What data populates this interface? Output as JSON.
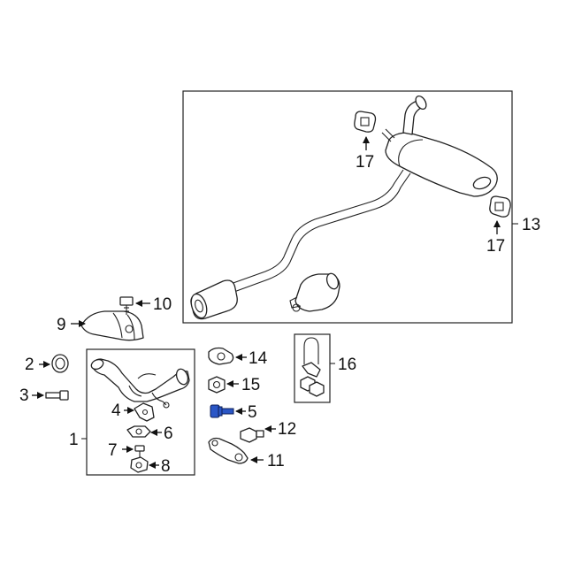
{
  "colors": {
    "highlight": "#2a56c6",
    "line": "#222222",
    "background": "#ffffff"
  },
  "callouts": {
    "p1": "1",
    "p2": "2",
    "p3": "3",
    "p4": "4",
    "p5": "5",
    "p6": "6",
    "p7": "7",
    "p8": "8",
    "p9": "9",
    "p10": "10",
    "p11": "11",
    "p12": "12",
    "p13": "13",
    "p14": "14",
    "p15": "15",
    "p16": "16",
    "p17a": "17",
    "p17b": "17"
  },
  "highlighted_part": "5"
}
